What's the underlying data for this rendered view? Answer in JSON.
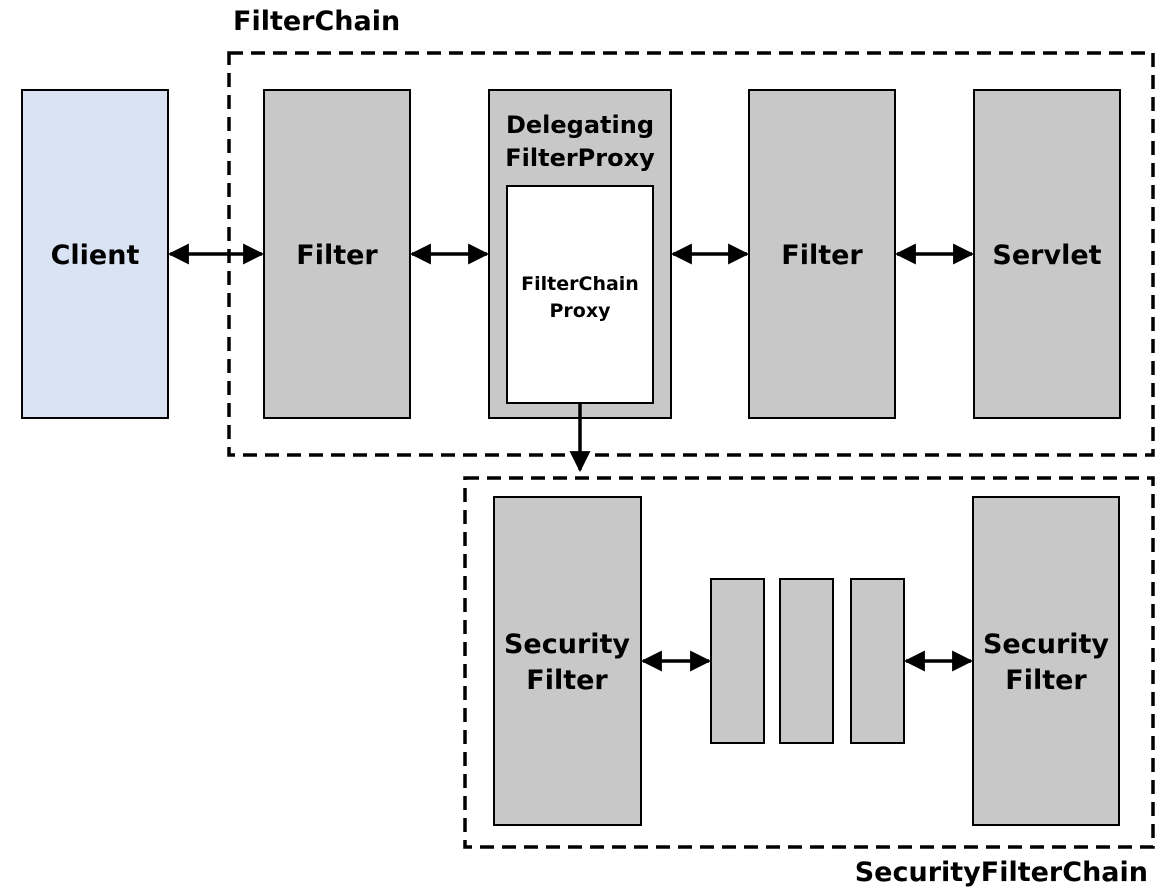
{
  "diagram": {
    "filter_chain_label": "FilterChain",
    "security_filter_chain_label": "SecurityFilterChain",
    "client": {
      "label": "Client"
    },
    "filter_1": {
      "label": "Filter"
    },
    "delegating_proxy": {
      "line1": "Delegating",
      "line2": "FilterProxy"
    },
    "filter_chain_proxy": {
      "line1": "FilterChain",
      "line2": "Proxy"
    },
    "filter_2": {
      "label": "Filter"
    },
    "servlet": {
      "label": "Servlet"
    },
    "security_filter_first": {
      "line1": "Security",
      "line2": "Filter"
    },
    "security_filter_last": {
      "line1": "Security",
      "line2": "Filter"
    }
  },
  "colors": {
    "client_fill": "#dae3f3",
    "box_fill": "#c8c8c8",
    "proxy_inner_fill": "#ffffff",
    "stroke": "#000000"
  }
}
